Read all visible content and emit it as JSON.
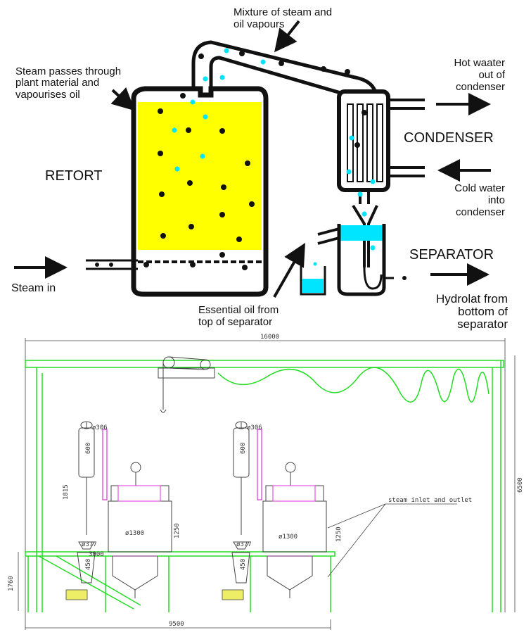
{
  "top_diagram": {
    "labels": {
      "mixture_line1": "Mixture of steam and",
      "mixture_line2": "oil vapours",
      "steam_passes_line1": "Steam passes through",
      "steam_passes_line2": "plant material and",
      "steam_passes_line3": "vapourises oil",
      "retort": "RETORT",
      "steam_in": "Steam in",
      "hot_water_line1": "Hot waater",
      "hot_water_line2": "out of",
      "hot_water_line3": "condenser",
      "condenser": "CONDENSER",
      "cold_water_line1": "Cold water",
      "cold_water_line2": "into",
      "cold_water_line3": "condenser",
      "separator": "SEPARATOR",
      "hydrolat_line1": "Hydrolat from",
      "hydrolat_line2": "bottom of",
      "hydrolat_line3": "separator",
      "essential_oil_line1": "Essential oil from",
      "essential_oil_line2": "top of separator"
    },
    "colors": {
      "plant_material": "#ffff00",
      "water": "#00e5ff",
      "outline": "#111111"
    }
  },
  "bottom_drawing": {
    "dimensions": {
      "overall_width": "16000",
      "height": "6500",
      "base_width": "9500",
      "platform_height": "1760",
      "condenser_height": "1815",
      "column_height": "600",
      "separator_height": "450",
      "vessel_height": "1250",
      "vessel_diameter": "ø1300",
      "condenser_diameter": "ø306",
      "separator_diameter": "ø377",
      "platform_level": "3000"
    },
    "steam_label": "steam inlet and outlet",
    "colors": {
      "frame": "#22dd22",
      "detail": "#444444",
      "magenta": "#dd33dd",
      "yellow": "#eeee66"
    }
  }
}
